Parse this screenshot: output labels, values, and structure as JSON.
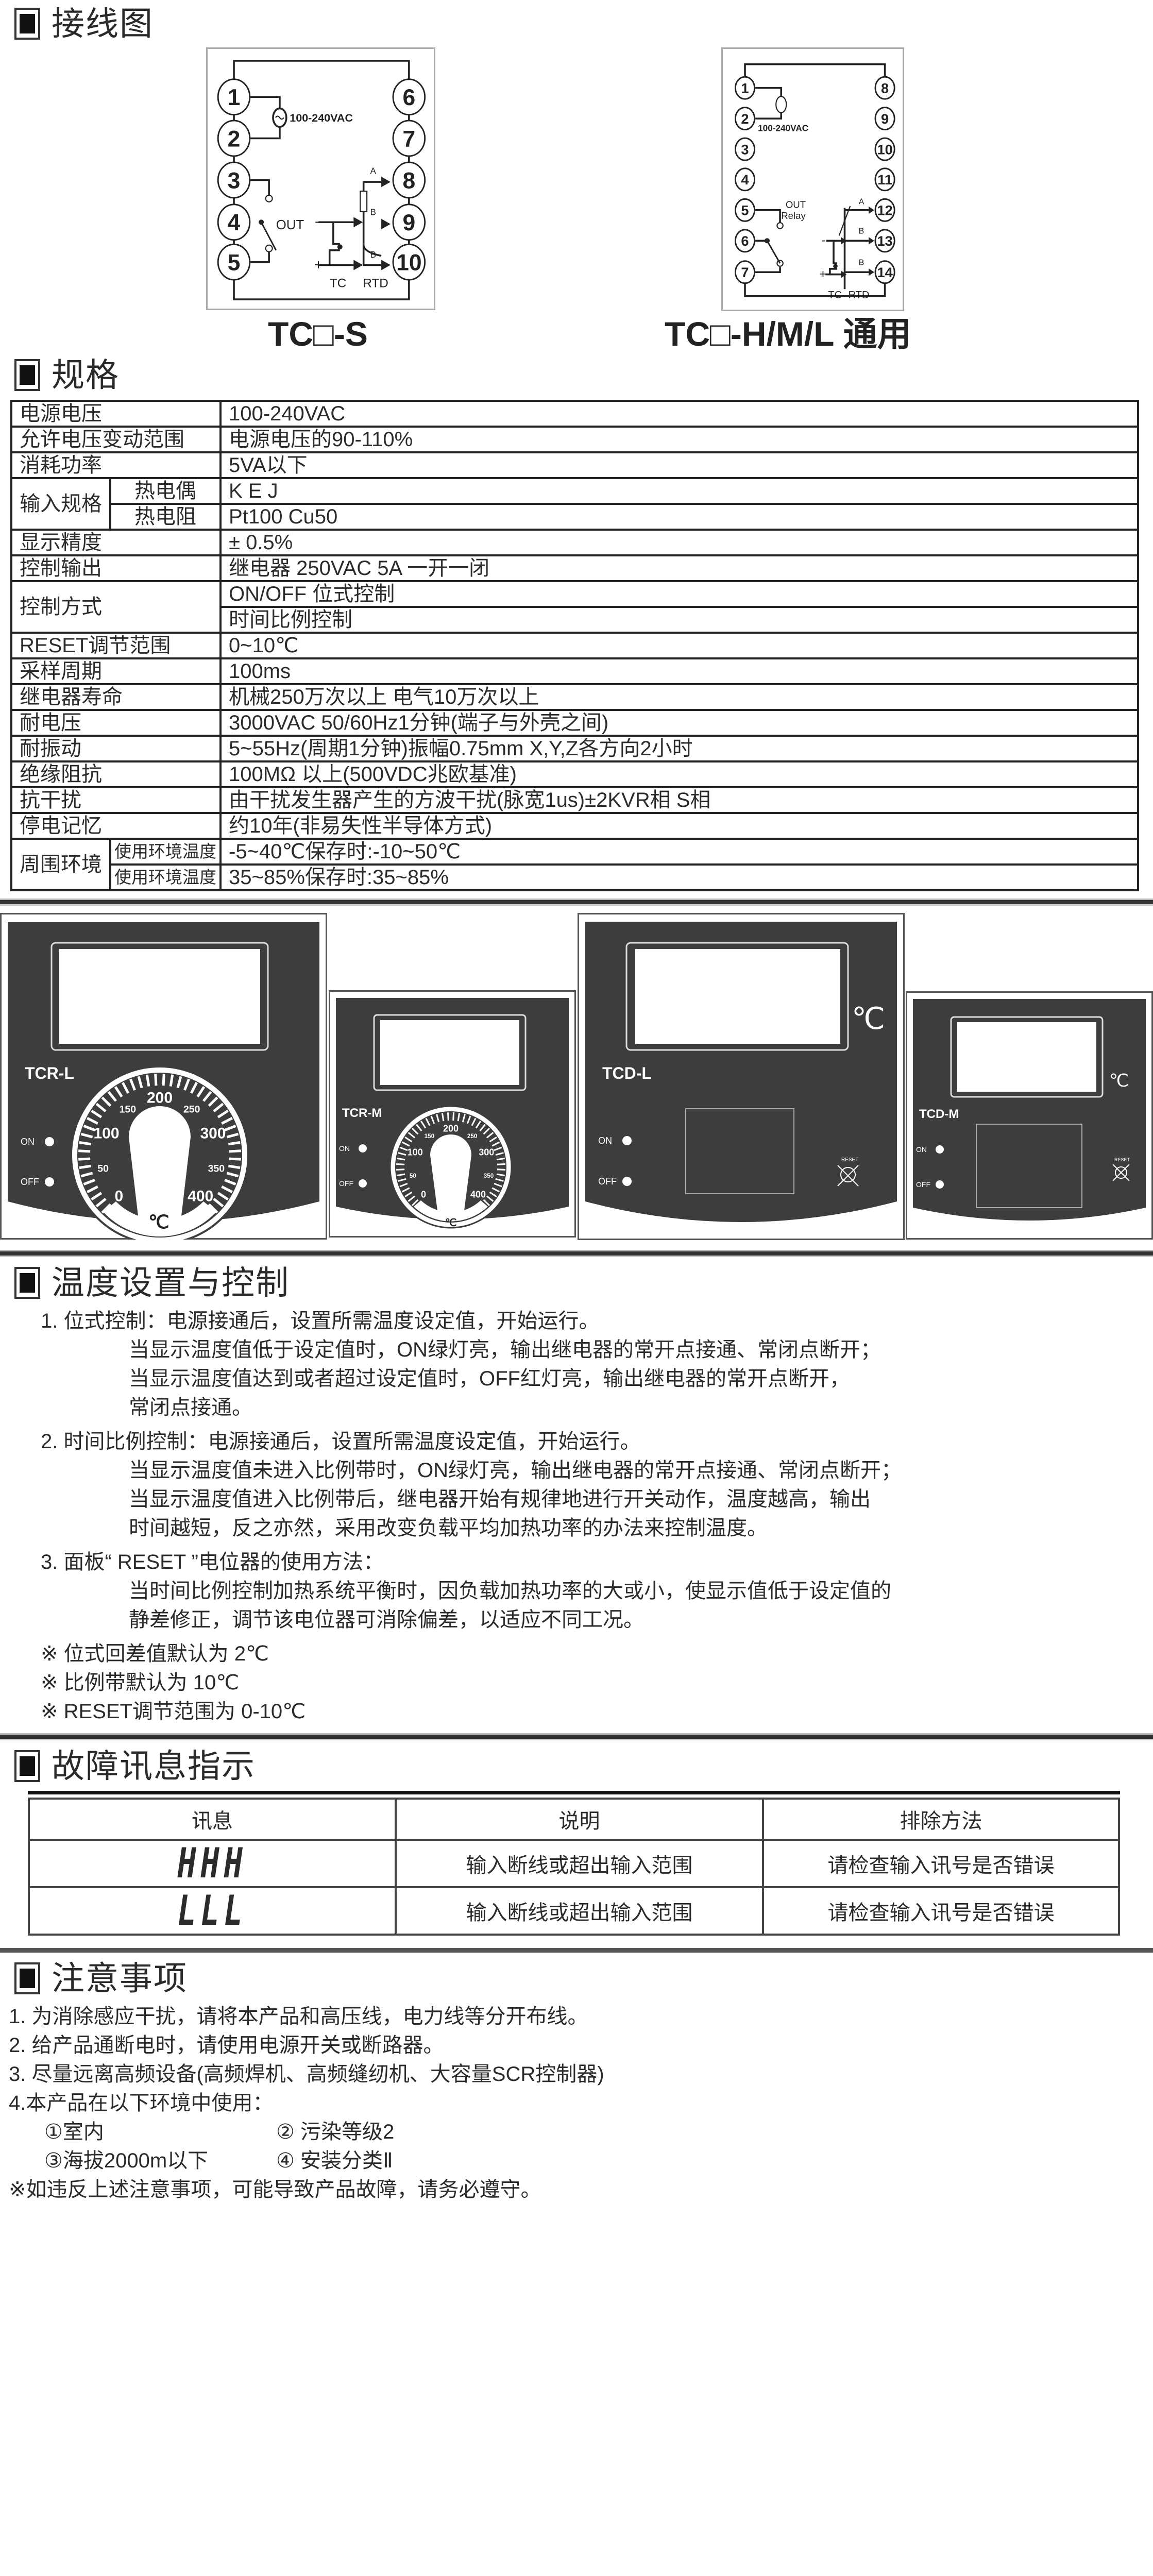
{
  "wiring": {
    "heading": "接线图",
    "left": {
      "caption": "TC□-S",
      "terminals_left": [
        "1",
        "2",
        "3",
        "4",
        "5"
      ],
      "terminals_right": [
        "6",
        "7",
        "8",
        "9",
        "10"
      ],
      "power_label": "100-240VAC",
      "out_label": "OUT",
      "a_label": "A",
      "b_label": "B",
      "b2_label": "B",
      "minus": "-",
      "plus": "+",
      "tc_label": "TC",
      "rtd_label": "RTD"
    },
    "right": {
      "caption": "TC□-H/M/L 通用",
      "terminals_left": [
        "1",
        "2",
        "3",
        "4",
        "5",
        "6",
        "7"
      ],
      "terminals_right": [
        "8",
        "9",
        "10",
        "11",
        "12",
        "13",
        "14"
      ],
      "power_label": "100-240VAC",
      "out_label": "OUT",
      "relay_label": "Relay",
      "a_label": "A",
      "b_label": "B",
      "b2_label": "B",
      "minus": "-",
      "plus": "+",
      "tc_label": "TC",
      "rtd_label": "RTD"
    }
  },
  "spec": {
    "heading": "规格",
    "rows": [
      {
        "label": "电源电压",
        "value": "100-240VAC"
      },
      {
        "label": "允许电压变动范围",
        "value": "电源电压的90-110%"
      },
      {
        "label": "消耗功率",
        "value": "5VA以下"
      },
      {
        "label": "输入规格",
        "sub": [
          {
            "label": "热电偶",
            "value": "K E J"
          },
          {
            "label": "热电阻",
            "value": "Pt100 Cu50"
          }
        ]
      },
      {
        "label": "显示精度",
        "value": "± 0.5%"
      },
      {
        "label": "控制输出",
        "value": "继电器 250VAC 5A 一开一闭"
      },
      {
        "label": "控制方式",
        "values": [
          "ON/OFF 位式控制",
          "时间比例控制"
        ]
      },
      {
        "label": "RESET调节范围",
        "value": "0~10℃"
      },
      {
        "label": "采样周期",
        "value": "100ms"
      },
      {
        "label": "继电器寿命",
        "value": "机械250万次以上 电气10万次以上"
      },
      {
        "label": "耐电压",
        "value": "3000VAC 50/60Hz1分钟(端子与外壳之间)"
      },
      {
        "label": "耐振动",
        "value": "5~55Hz(周期1分钟)振幅0.75mm X,Y,Z各方向2小时"
      },
      {
        "label": "绝缘阻抗",
        "value": "100MΩ 以上(500VDC兆欧基准)"
      },
      {
        "label": "抗干扰",
        "value": "由干扰发生器产生的方波干扰(脉宽1us)±2KVR相 S相"
      },
      {
        "label": "停电记忆",
        "value": "约10年(非易失性半导体方式)"
      },
      {
        "label": "周围环境",
        "sub": [
          {
            "label": "使用环境温度",
            "value": "-5~40℃保存时:-10~50℃"
          },
          {
            "label": "使用环境温度",
            "value": "35~85%保存时:35~85%"
          }
        ]
      }
    ]
  },
  "panels": {
    "colors": {
      "panel": "#3d3d3d",
      "window": "#ffffff"
    },
    "tcr_l": {
      "model": "TCR-L",
      "on": "ON",
      "off": "OFF",
      "unit": "℃",
      "dial": [
        "0",
        "50",
        "100",
        "150",
        "200",
        "250",
        "300",
        "350",
        "400"
      ]
    },
    "tcr_m": {
      "model": "TCR-M",
      "on": "ON",
      "off": "OFF",
      "unit": "℃",
      "dial": [
        "0",
        "50",
        "100",
        "150",
        "200",
        "250",
        "300",
        "350",
        "400"
      ]
    },
    "tcd_l": {
      "model": "TCD-L",
      "on": "ON",
      "off": "OFF",
      "unit": "℃",
      "reset": "RESET"
    },
    "tcd_m": {
      "model": "TCD-M",
      "on": "ON",
      "off": "OFF",
      "unit": "℃",
      "reset": "RESET"
    }
  },
  "control": {
    "heading": "温度设置与控制",
    "items": [
      {
        "title": "1. 位式控制：电源接通后，设置所需温度设定值，开始运行。",
        "lines": [
          "当显示温度值低于设定值时，ON绿灯亮，输出继电器的常开点接通、常闭点断开；",
          "当显示温度值达到或者超过设定值时，OFF红灯亮，输出继电器的常开点断开，",
          "常闭点接通。"
        ]
      },
      {
        "title": "2. 时间比例控制：电源接通后，设置所需温度设定值，开始运行。",
        "lines": [
          "当显示温度值未进入比例带时，ON绿灯亮，输出继电器的常开点接通、常闭点断开；",
          "当显示温度值进入比例带后，继电器开始有规律地进行开关动作，温度越高，输出",
          "时间越短，反之亦然，采用改变负载平均加热功率的办法来控制温度。"
        ]
      },
      {
        "title": "3. 面板“ RESET ”电位器的使用方法：",
        "lines": [
          "当时间比例控制加热系统平衡时，因负载加热功率的大或小，使显示值低于设定值的",
          "静差修正，调节该电位器可消除偏差，以适应不同工况。"
        ]
      }
    ],
    "notes": [
      "※ 位式回差值默认为 2℃",
      "※ 比例带默认为 10℃",
      "※ RESET调节范围为 0-10℃"
    ]
  },
  "errors": {
    "heading": "故障讯息指示",
    "columns": [
      "讯息",
      "说明",
      "排除方法"
    ],
    "rows": [
      {
        "code": "HHH",
        "desc": "输入断线或超出输入范围",
        "fix": "请检查输入讯号是否错误"
      },
      {
        "code": "LLL",
        "desc": "输入断线或超出输入范围",
        "fix": "请检查输入讯号是否错误"
      }
    ]
  },
  "notes": {
    "heading": "注意事项",
    "items": [
      "1. 为消除感应干扰，请将本产品和高压线，电力线等分开布线。",
      "2. 给产品通断电时，请使用电源开关或断路器。",
      "3. 尽量远离高频设备(高频焊机、高频缝纫机、大容量SCR控制器)",
      "4.本产品在以下环境中使用："
    ],
    "env": [
      "①室内",
      "② 污染等级2",
      "③海拔2000m以下",
      "④ 安装分类Ⅱ"
    ],
    "warning": "※如违反上述注意事项，可能导致产品故障，请务必遵守。"
  }
}
